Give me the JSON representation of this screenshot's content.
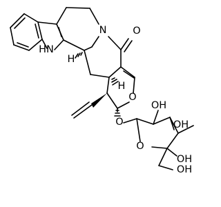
{
  "molecule": {
    "atoms": {
      "indole_nh": "HN",
      "bridgehead_h1": "H",
      "bridgehead_h2": "H",
      "amide_n": "N",
      "carbonyl_o": "O",
      "pyran_o": "O",
      "glycoside_o": "O",
      "sugar_ring_o": "O",
      "oh_2": "OH",
      "oh_3": "OH",
      "oh_4": "OH",
      "oh_6": "OH"
    }
  }
}
